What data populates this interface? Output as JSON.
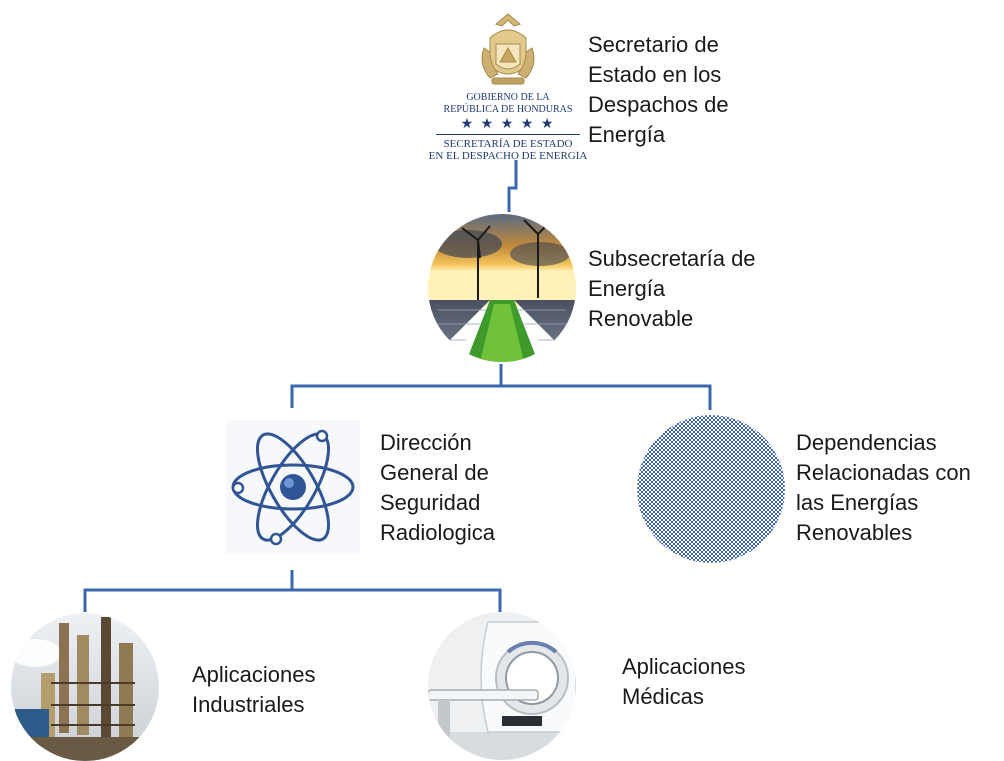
{
  "nodes": {
    "secretario": {
      "label": "Secretario de\nEstado en los\nDespachos de\nEnergía",
      "logo": {
        "line1": "GOBIERNO DE LA",
        "line2": "REPÚBLICA DE HONDURAS",
        "line3": "SECRETARÍA DE ESTADO",
        "line4": "EN EL DESPACHO DE ENERGÍA",
        "stars": "★ ★ ★ ★ ★"
      }
    },
    "subsecretaria": {
      "label": "Subsecretaría de\nEnergía\nRenovable",
      "icon": "wind-solar-photo"
    },
    "direccion": {
      "label": "Dirección\nGeneral de\nSeguridad\nRadiologica",
      "icon": "atom-icon"
    },
    "dependencias": {
      "label": "Dependencias\nRelacionadas con\nlas Energías\nRenovables",
      "icon": "dotted-circle"
    },
    "industriales": {
      "label": "Aplicaciones\nIndustriales",
      "icon": "refinery-photo"
    },
    "medicas": {
      "label": "Aplicaciones\nMédicas",
      "icon": "ct-scanner-photo"
    }
  },
  "colors": {
    "connector": "#3b67b0",
    "atom": "#2f5597",
    "label": "#1a1a1a",
    "seal_blue": "#1f3a78",
    "seal_gold": "#c8a860"
  }
}
